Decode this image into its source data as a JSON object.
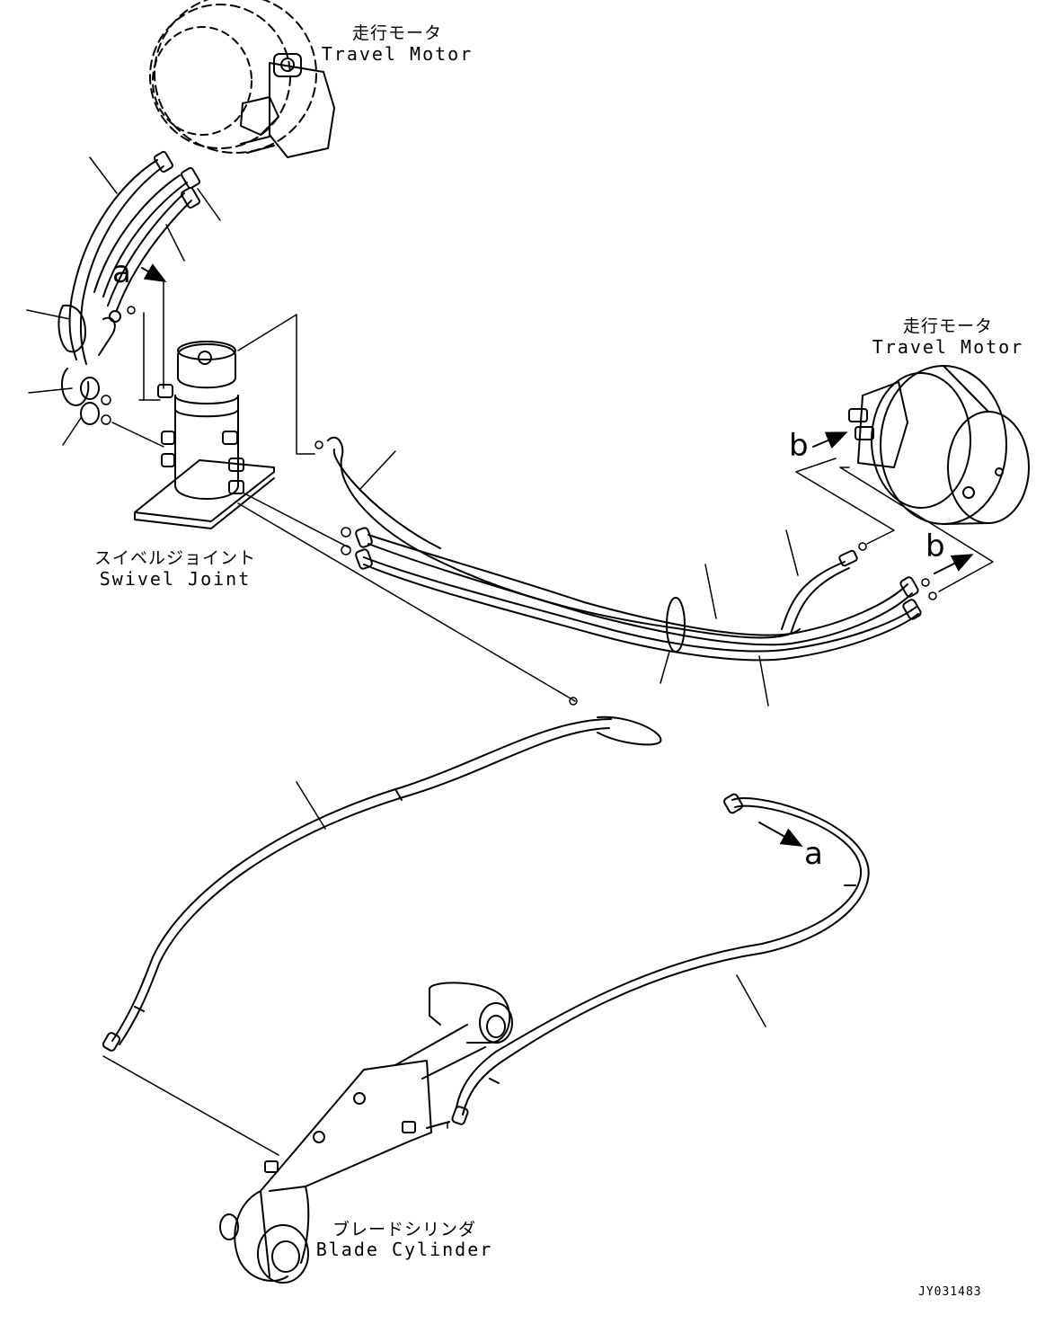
{
  "labels": {
    "travel_motor_left_jp": "走行モータ",
    "travel_motor_left_en": "Travel Motor",
    "travel_motor_right_jp": "走行モータ",
    "travel_motor_right_en": "Travel Motor",
    "swivel_joint_jp": "スイベルジョイント",
    "swivel_joint_en": "Swivel Joint",
    "blade_cylinder_jp": "ブレードシリンダ",
    "blade_cylinder_en": "Blade Cylinder"
  },
  "view_markers": {
    "a_top": "a",
    "a_bottom": "a",
    "b_left": "b",
    "b_right": "b"
  },
  "drawing_code": "JY031483"
}
